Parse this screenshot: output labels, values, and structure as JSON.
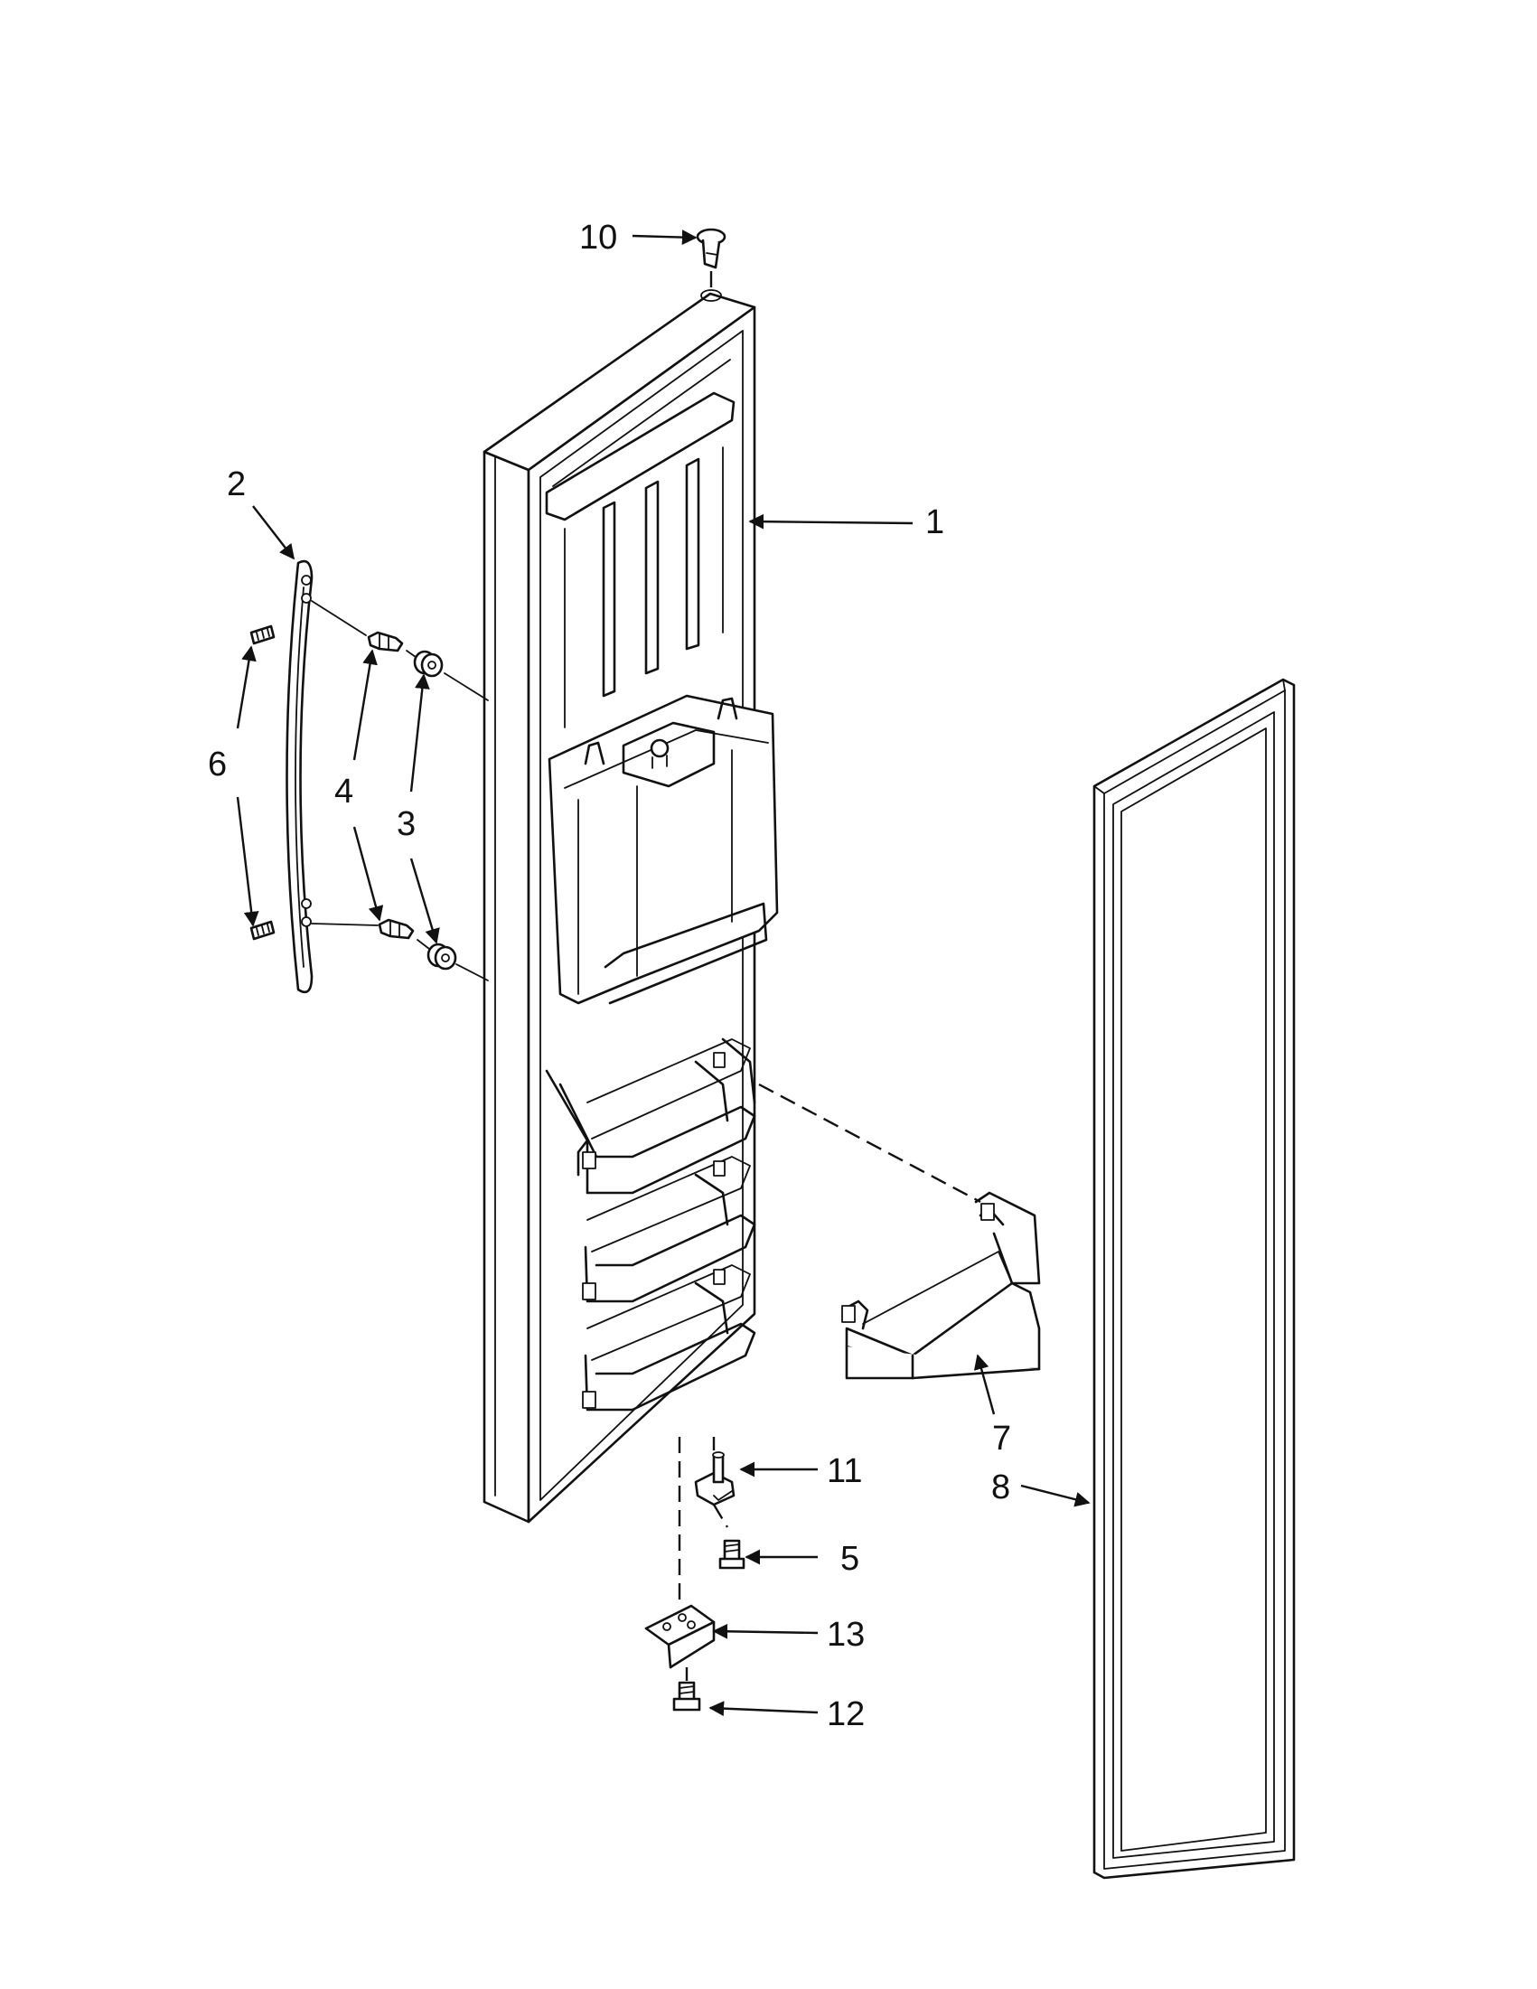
{
  "diagram": {
    "callouts": [
      {
        "id": "callout-1",
        "text": "1"
      },
      {
        "id": "callout-2",
        "text": "2"
      },
      {
        "id": "callout-3",
        "text": "3"
      },
      {
        "id": "callout-4",
        "text": "4"
      },
      {
        "id": "callout-5",
        "text": "5"
      },
      {
        "id": "callout-6",
        "text": "6"
      },
      {
        "id": "callout-7",
        "text": "7"
      },
      {
        "id": "callout-8",
        "text": "8"
      },
      {
        "id": "callout-10",
        "text": "10"
      },
      {
        "id": "callout-11",
        "text": "11"
      },
      {
        "id": "callout-12",
        "text": "12"
      },
      {
        "id": "callout-13",
        "text": "13"
      }
    ],
    "line_color": "#111111",
    "background": "#ffffff"
  }
}
